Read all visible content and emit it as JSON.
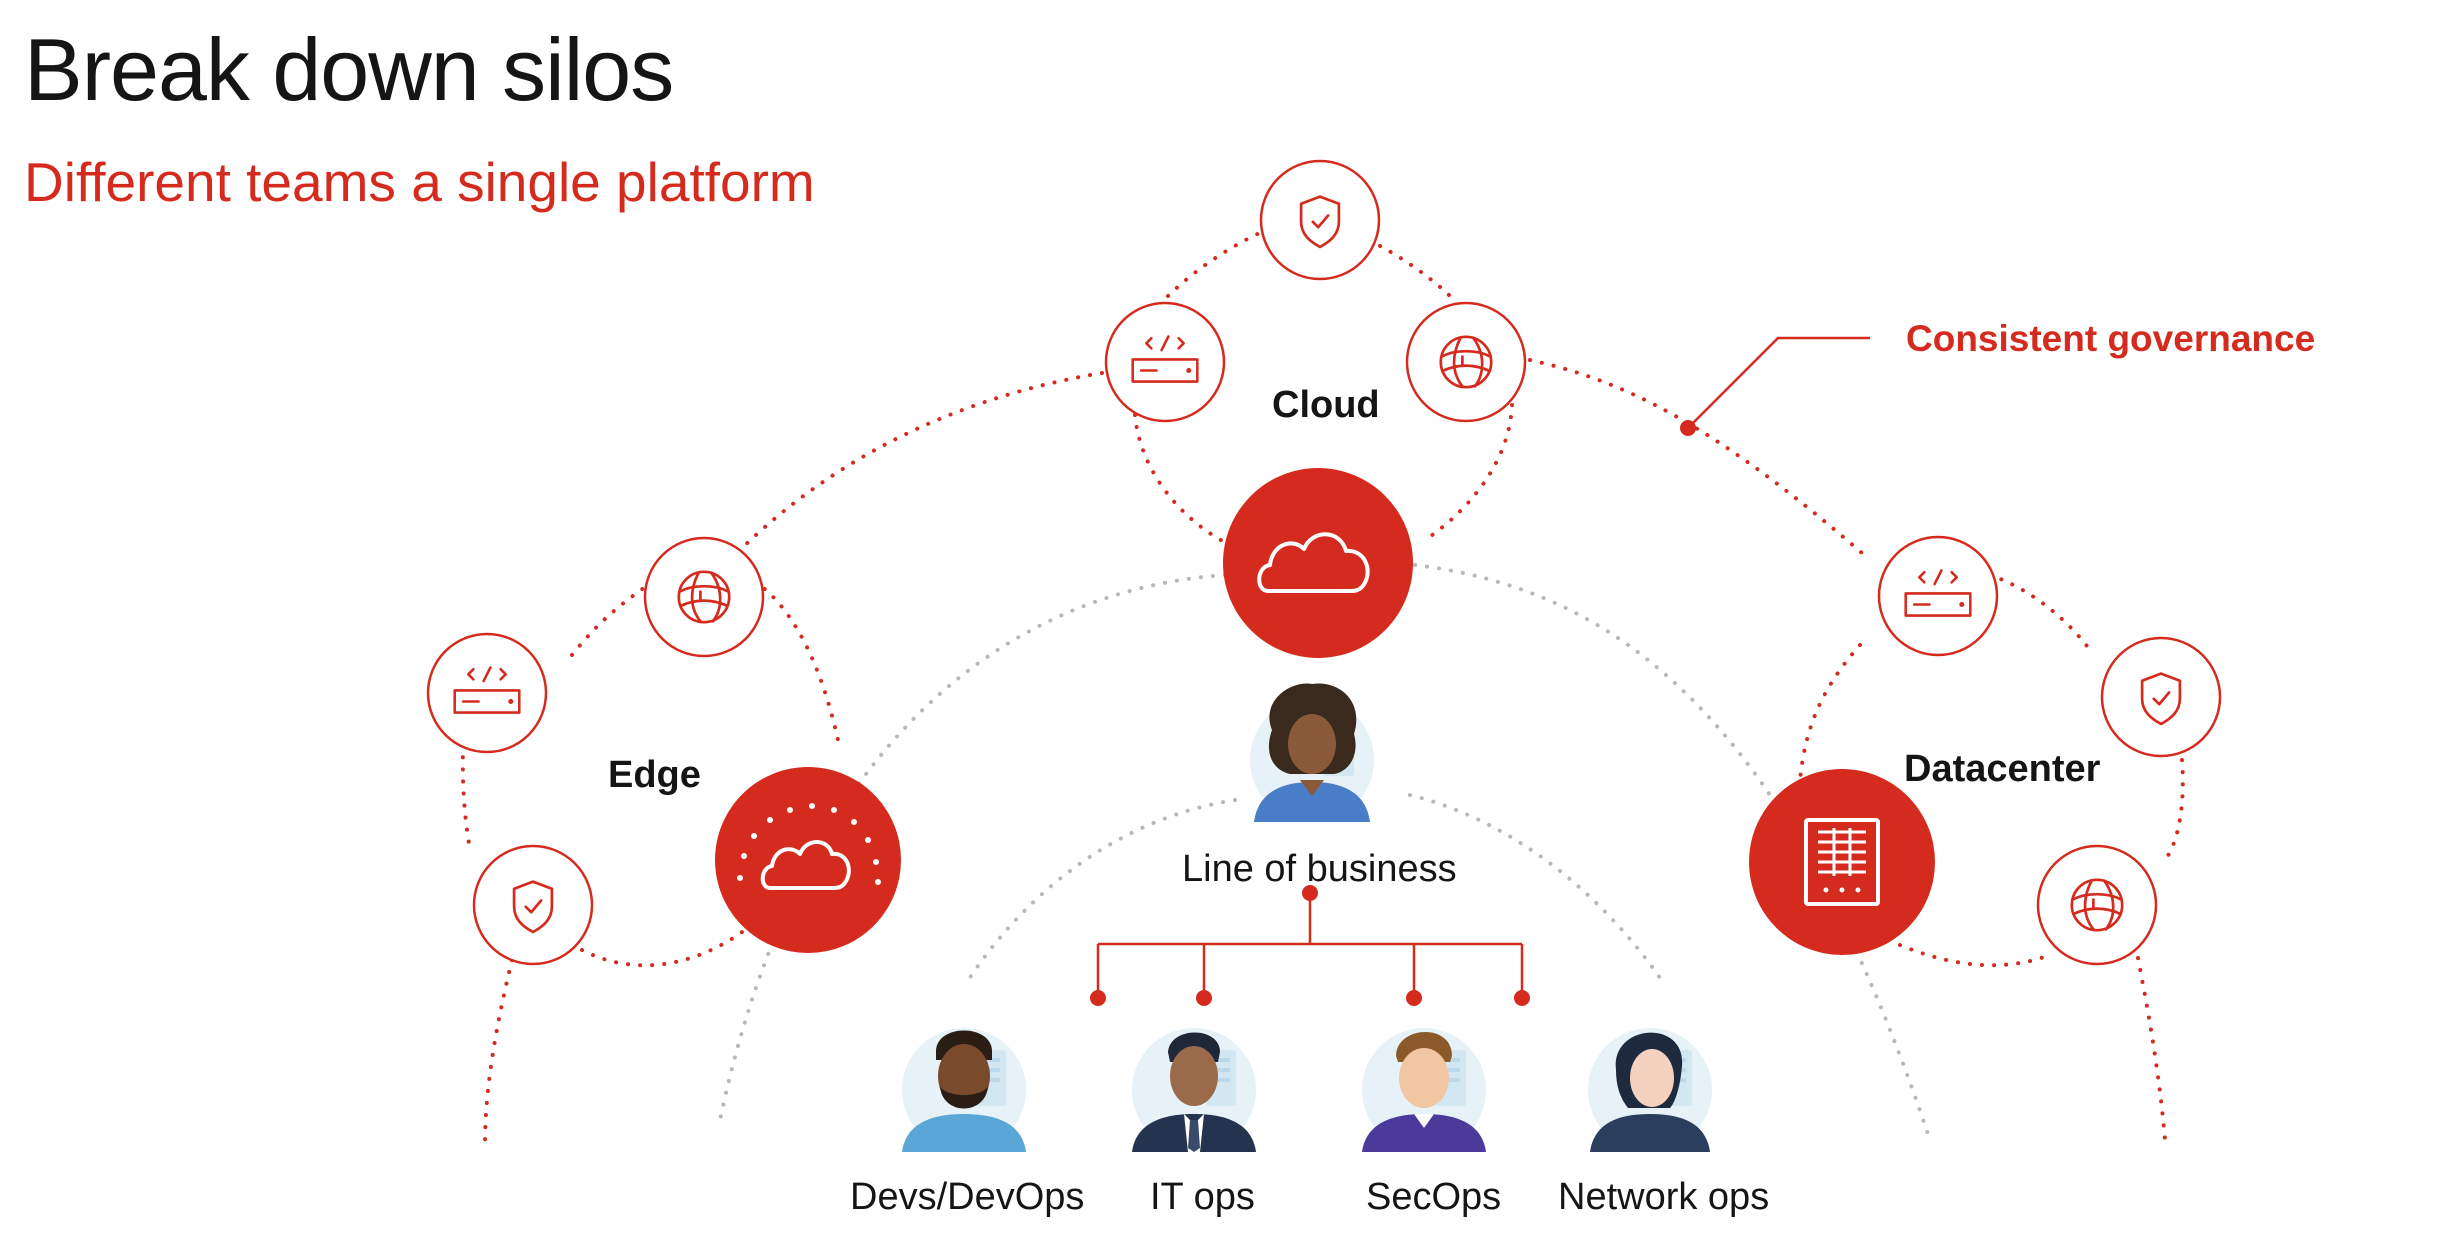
{
  "title": "Break down silos",
  "subtitle": "Different teams a single platform",
  "callout": "Consistent governance",
  "hubs": {
    "cloud": "Cloud",
    "edge": "Edge",
    "datacenter": "Datacenter"
  },
  "center_role": "Line of business",
  "teams": [
    "Devs/DevOps",
    "IT ops",
    "SecOps",
    "Network ops"
  ],
  "colors": {
    "accent": "#d52b1e",
    "text": "#151515",
    "muted_dots": "#b8b8b8"
  },
  "icons": {
    "hub_cloud": "cloud-icon",
    "hub_edge": "edge-cloud-icon",
    "hub_datacenter": "server-rack-icon",
    "satellites": [
      "shield-check-icon",
      "code-server-icon",
      "globe-icon"
    ]
  }
}
